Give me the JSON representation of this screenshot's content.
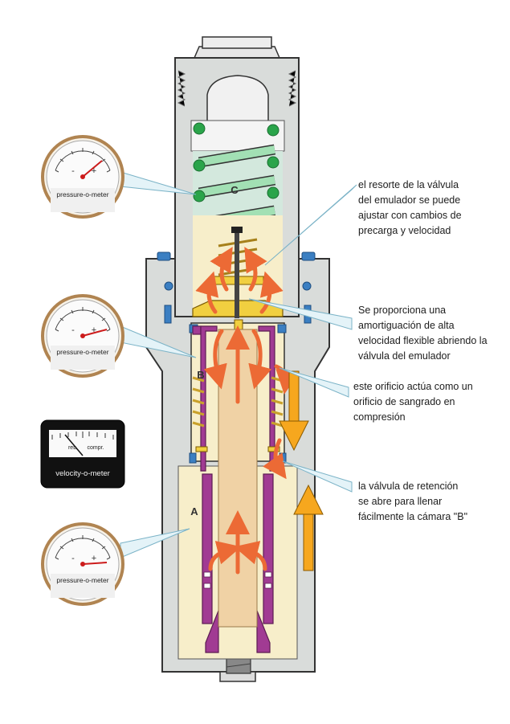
{
  "gauges": {
    "pressure_label": "pressure-o-meter",
    "velocity_label": "velocity-o-meter",
    "minus": "-",
    "plus": "+",
    "reb": "reb.",
    "comp": "compr."
  },
  "chambers": {
    "a": "A",
    "b": "B",
    "c": "C"
  },
  "annotations": {
    "spring": [
      "el resorte de la válvula",
      "del emulador se puede",
      "ajustar con cambios de",
      "precarga y velocidad"
    ],
    "damping": [
      "Se proporciona una",
      "amortiguación de alta",
      "velocidad flexible abriendo la",
      "válvula del emulador"
    ],
    "bleed": [
      "este orificio actúa como un",
      "orificio de sangrado en",
      "compresión"
    ],
    "check": [
      "la válvula de retención",
      "se abre para llenar",
      "fácilmente la cámara \"B\""
    ]
  },
  "colors": {
    "housing": "#d9dcda",
    "outline": "#333333",
    "fluid": "#f7eeca",
    "spring_c": "#a2e0b4",
    "coil": "#2aa44a",
    "purple": "#a13b93",
    "rod": "#f0d2a5",
    "flow_arrow": "#ec6a35",
    "yellow_arrow": "#f6a71e",
    "blue_seal": "#3b7fc2",
    "emulator_spring": "#e7c34f",
    "gauge_rim": "#b08451",
    "needle": "#cc1b1b"
  }
}
